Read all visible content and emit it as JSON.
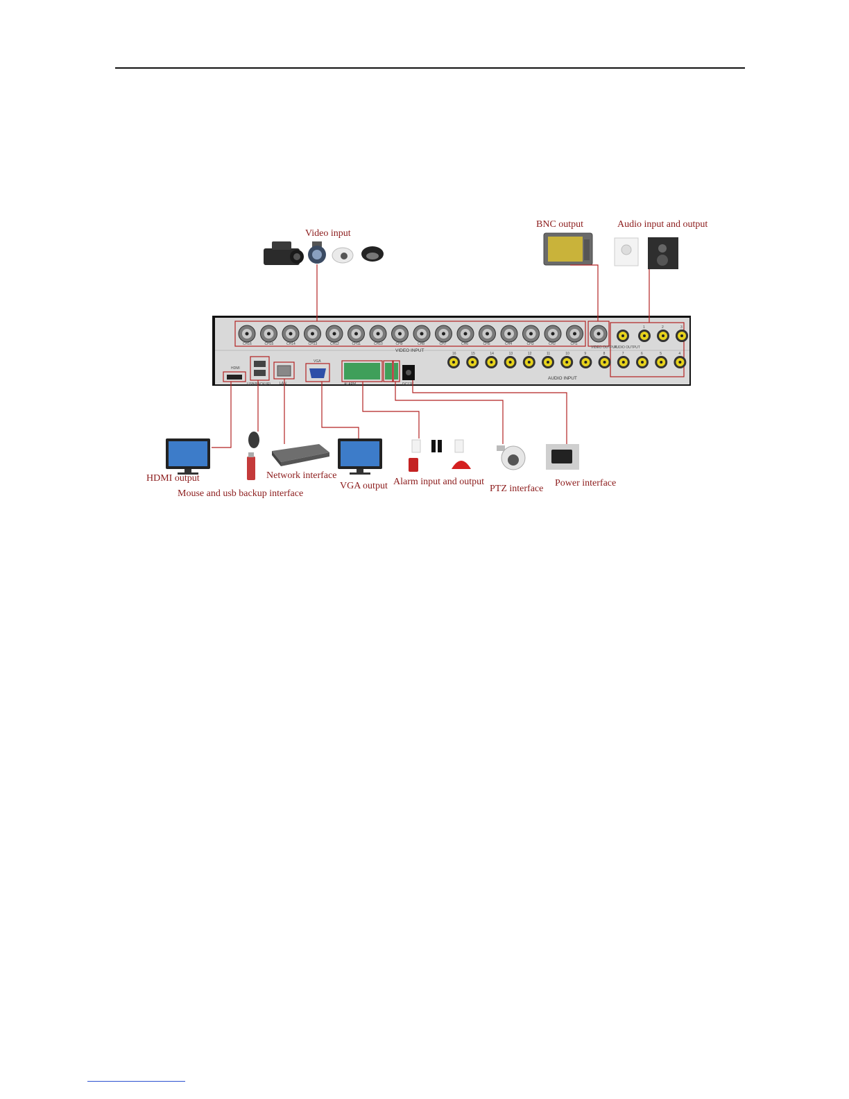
{
  "labels": {
    "video_input": "Video input",
    "bnc_output": "BNC output",
    "audio_io": "Audio input and output",
    "hdmi_output": "HDMI output",
    "mouse_usb": "Mouse and usb backup interface",
    "network": "Network interface",
    "vga_output": "VGA output",
    "alarm_io": "Alarm input and output",
    "ptz": "PTZ interface",
    "power": "Power interface"
  },
  "panel": {
    "video_channels": [
      "CH16",
      "CH15",
      "CH14",
      "CH13",
      "CH12",
      "CH11",
      "CH10",
      "CH9",
      "CH8",
      "CH7",
      "CH6",
      "CH5",
      "CH4",
      "CH3",
      "CH2",
      "CH1"
    ],
    "video_input_caption": "VIDEO INPUT",
    "video_output": "VIDEO OUTPUT",
    "audio_output": "AUDIO OUTPUT",
    "audio_top_numbers": [
      "1",
      "2",
      "3"
    ],
    "audio_bottom_numbers": [
      "16",
      "15",
      "14",
      "13",
      "12",
      "11",
      "10",
      "9",
      "8",
      "7",
      "6",
      "5",
      "4"
    ],
    "audio_input_caption": "AUDIO INPUT",
    "hdmi": "HDMI",
    "usb": "USB(BACKUP)",
    "lan": "LAN",
    "vga": "VGA",
    "alarm": "ALARM",
    "dc": "DC12V"
  },
  "colors": {
    "label": "#8b1a1a",
    "connector_line": "#b22222",
    "panel": "#d9d9d9"
  }
}
